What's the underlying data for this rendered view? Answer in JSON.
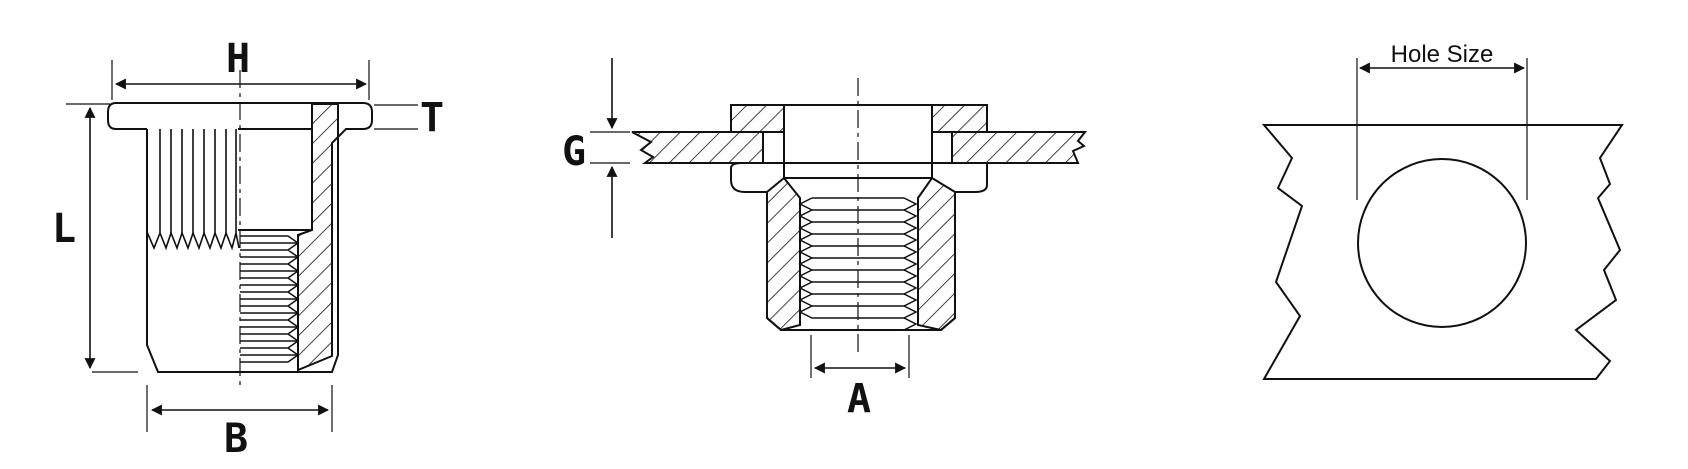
{
  "diagram": {
    "labels": {
      "H": "H",
      "T": "T",
      "L": "L",
      "B": "B",
      "G": "G",
      "A": "A",
      "hole_size": "Hole Size"
    },
    "line_color": "#111111",
    "background": "#ffffff"
  }
}
